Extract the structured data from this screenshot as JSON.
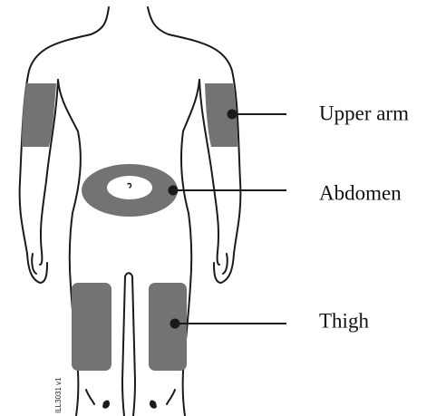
{
  "labels": {
    "upper_arm": "Upper arm",
    "abdomen": "Abdomen",
    "thigh": "Thigh"
  },
  "illustration_code": "ILL3031 v1",
  "colors": {
    "outline": "#1a1a1a",
    "injection_site": "#737373",
    "background": "#ffffff"
  }
}
